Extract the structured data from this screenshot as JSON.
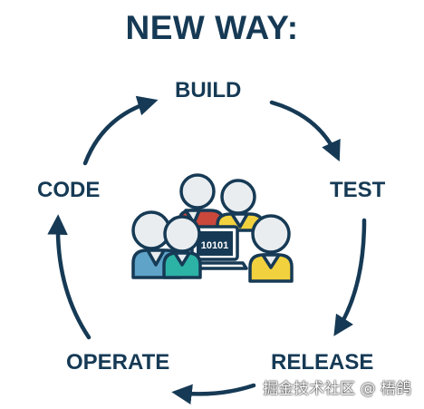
{
  "title": "NEW WAY:",
  "stages": {
    "build": "BUILD",
    "test": "TEST",
    "release": "RELEASE",
    "operate": "OPERATE",
    "code": "CODE"
  },
  "laptop_screen_text": "10101",
  "watermark": "掘金技术社区 @ 梧鸽",
  "colors": {
    "navy": "#163a55",
    "blue_shirt": "#5fa3c9",
    "teal_shirt": "#2cb3a6",
    "yellow_shirt": "#f2d13e",
    "red_shirt": "#c9473b",
    "figure_gray": "#e9edf0"
  }
}
